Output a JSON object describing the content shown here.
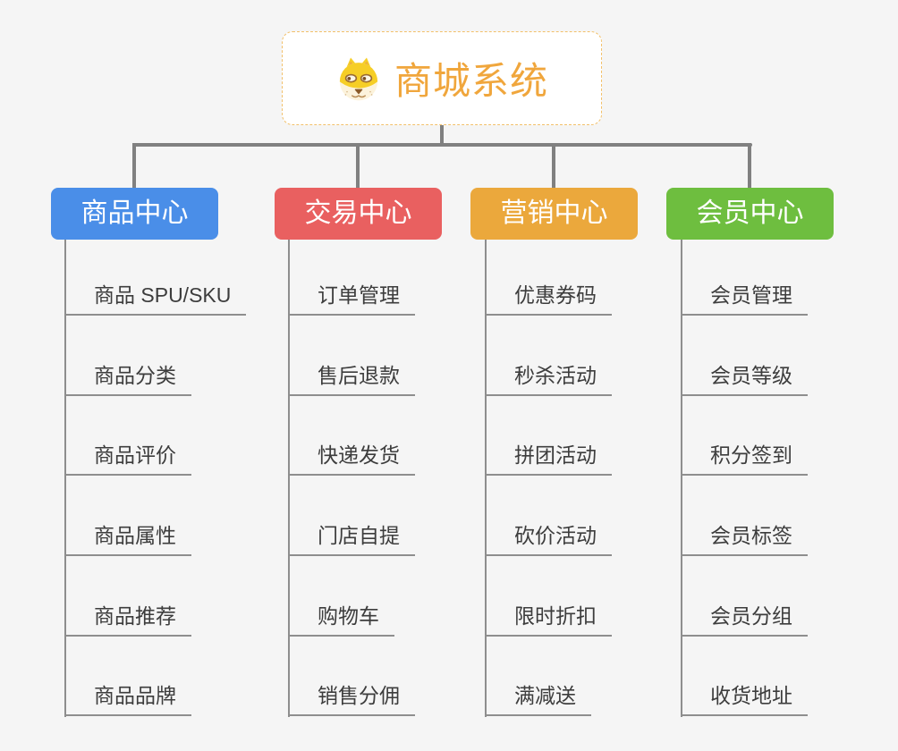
{
  "root": {
    "title": "商城系统",
    "icon": "dog-face-icon"
  },
  "colors": {
    "background": "#F5F5F5",
    "connector": "#808080",
    "leaf_line": "#8E8E8E",
    "leaf_text": "#3D3D3D",
    "root_accent": "#F0A63C",
    "root_border": "#F2C06A"
  },
  "branches": [
    {
      "label": "商品中心",
      "color": "#4A8EE8",
      "children": [
        "商品 SPU/SKU",
        "商品分类",
        "商品评价",
        "商品属性",
        "商品推荐",
        "商品品牌"
      ]
    },
    {
      "label": "交易中心",
      "color": "#E96060",
      "children": [
        "订单管理",
        "售后退款",
        "快递发货",
        "门店自提",
        "购物车",
        "销售分佣"
      ]
    },
    {
      "label": "营销中心",
      "color": "#EBA83C",
      "children": [
        "优惠券码",
        "秒杀活动",
        "拼团活动",
        "砍价活动",
        "限时折扣",
        "满减送"
      ]
    },
    {
      "label": "会员中心",
      "color": "#6EBE3F",
      "children": [
        "会员管理",
        "会员等级",
        "积分签到",
        "会员标签",
        "会员分组",
        "收货地址"
      ]
    }
  ]
}
